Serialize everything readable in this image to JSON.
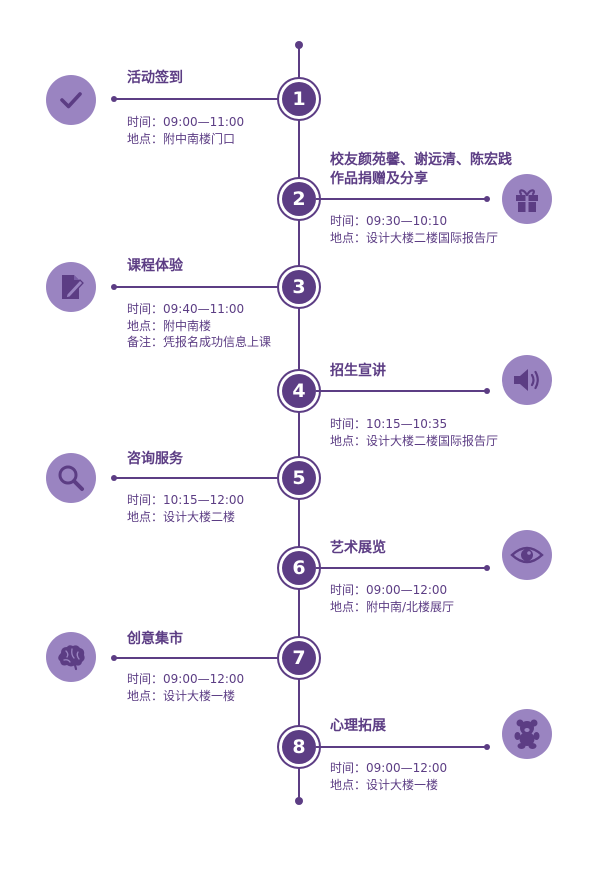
{
  "colors": {
    "primary": "#5c3d84",
    "icon_bg": "#9a84c1"
  },
  "steps": [
    {
      "number": "1",
      "title": "活动签到",
      "icon": "checkmark-icon",
      "lines": [
        "时间：09:00—11:00",
        "地点：附中南楼门口"
      ]
    },
    {
      "number": "2",
      "title": "校友颜苑馨、谢远清、陈宏践",
      "title_line2": "作品捐赠及分享",
      "icon": "gift-icon",
      "lines": [
        "时间：09:30—10:10",
        "地点：设计大楼二楼国际报告厅"
      ]
    },
    {
      "number": "3",
      "title": "课程体验",
      "icon": "document-pen-icon",
      "lines": [
        "时间：09:40—11:00",
        "地点：附中南楼",
        "备注：凭报名成功信息上课"
      ]
    },
    {
      "number": "4",
      "title": "招生宣讲",
      "icon": "speaker-icon",
      "lines": [
        "时间：10:15—10:35",
        "地点：设计大楼二楼国际报告厅"
      ]
    },
    {
      "number": "5",
      "title": "咨询服务",
      "icon": "magnifier-icon",
      "lines": [
        "时间：10:15—12:00",
        "地点：设计大楼二楼"
      ]
    },
    {
      "number": "6",
      "title": "艺术展览",
      "icon": "eye-icon",
      "lines": [
        "时间：09:00—12:00",
        "地点：附中南/北楼展厅"
      ]
    },
    {
      "number": "7",
      "title": "创意集市",
      "icon": "brain-icon",
      "lines": [
        "时间：09:00—12:00",
        "地点：设计大楼一楼"
      ]
    },
    {
      "number": "8",
      "title": "心理拓展",
      "icon": "teddy-bear-icon",
      "lines": [
        "时间：09:00—12:00",
        "地点：设计大楼一楼"
      ]
    }
  ]
}
